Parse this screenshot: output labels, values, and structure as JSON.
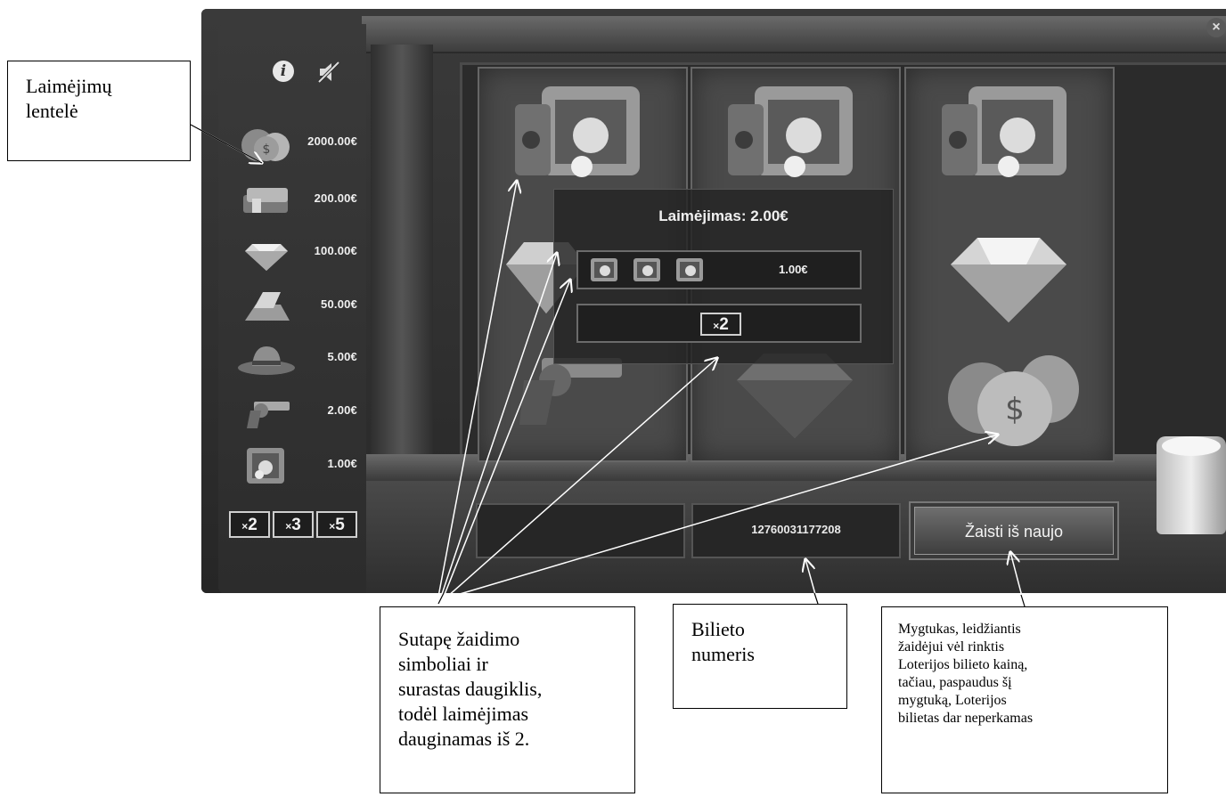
{
  "sidebar": {
    "info_icon": "i",
    "paytable": [
      {
        "icon": "money-bag-icon",
        "value": "2000.00€"
      },
      {
        "icon": "cash-stack-icon",
        "value": "200.00€"
      },
      {
        "icon": "diamond-icon",
        "value": "100.00€"
      },
      {
        "icon": "gold-bar-icon",
        "value": "50.00€"
      },
      {
        "icon": "hat-icon",
        "value": "5.00€"
      },
      {
        "icon": "revolver-icon",
        "value": "2.00€"
      },
      {
        "icon": "safe-icon",
        "value": "1.00€"
      }
    ],
    "multipliers": [
      {
        "x": "×",
        "n": "2"
      },
      {
        "x": "×",
        "n": "3"
      },
      {
        "x": "×",
        "n": "5"
      }
    ]
  },
  "win_panel": {
    "title": "Laimėjimas: 2.00€",
    "row_amount": "1.00€",
    "multiplier_x": "×",
    "multiplier_n": "2"
  },
  "controls": {
    "ticket_number": "12760031177208",
    "play_again_label": "Žaisti iš naujo",
    "close_label": "×"
  },
  "callouts": {
    "paytable": [
      "Laimėjimų",
      "lentelė"
    ],
    "match": [
      "Sutapę žaidimo",
      "simboliai ir",
      "surastas daugiklis,",
      "todėl laimėjimas",
      "dauginamas iš 2."
    ],
    "ticket": [
      "Bilieto",
      "numeris"
    ],
    "button": [
      "Mygtukas, leidžiantis",
      "žaidėjui vėl rinktis",
      "Loterijos bilieto kainą,",
      "tačiau, paspaudus šį",
      "mygtuką, Loterijos",
      "bilietas dar neperkamas"
    ]
  }
}
